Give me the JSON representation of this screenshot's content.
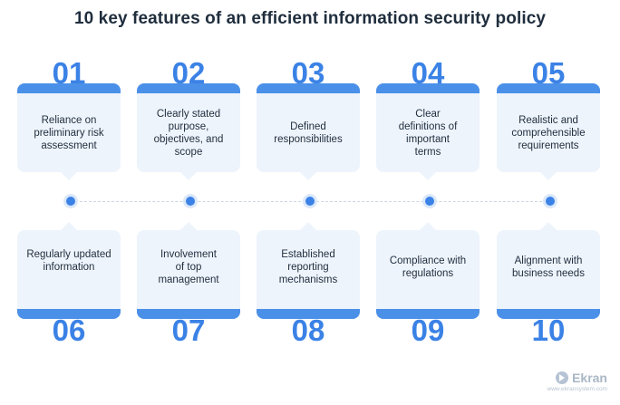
{
  "title": "10 key features of an efficient information security policy",
  "features": [
    {
      "number": "01",
      "text": "Reliance on preliminary risk assessment"
    },
    {
      "number": "02",
      "text": "Clearly stated purpose, objectives, and scope"
    },
    {
      "number": "03",
      "text": "Defined responsibilities"
    },
    {
      "number": "04",
      "text": "Clear definitions of important terms"
    },
    {
      "number": "05",
      "text": "Realistic and comprehensible requirements"
    },
    {
      "number": "06",
      "text": "Regularly updated information"
    },
    {
      "number": "07",
      "text": "Involvement of top management"
    },
    {
      "number": "08",
      "text": "Established reporting mechanisms"
    },
    {
      "number": "09",
      "text": "Compliance with regulations"
    },
    {
      "number": "10",
      "text": "Alignment with business needs"
    }
  ],
  "logo": {
    "name": "Ekran",
    "url": "www.ekransystem.com"
  },
  "colors": {
    "accent": "#3b82e6",
    "card": "#eef4fc",
    "text": "#1f2d3d"
  }
}
